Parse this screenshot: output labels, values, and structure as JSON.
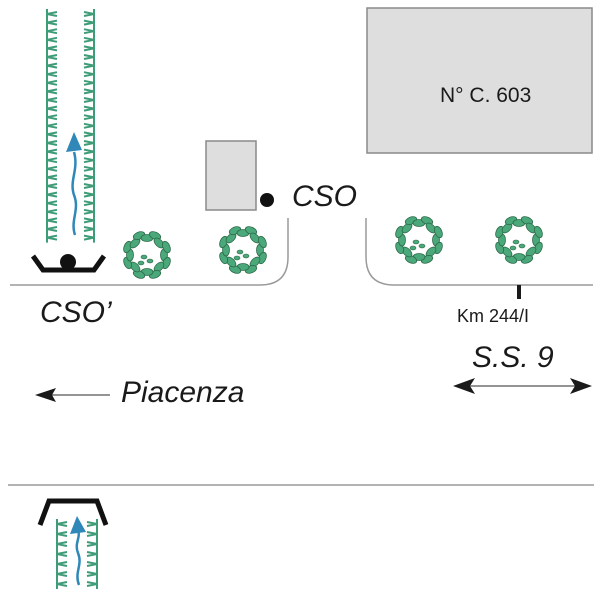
{
  "diagram": {
    "title": "",
    "labels": {
      "building_number": "N° C. 603",
      "cso": "CSO",
      "cso_prime": "CSO’",
      "km_marker": "Km 244/I",
      "road_name": "S.S. 9",
      "direction": "Piacenza"
    },
    "icons": {
      "tree": "tree-icon",
      "outfall": "outfall-headwall-icon",
      "flow": "flow-arrow-icon",
      "channel": "vegetated-channel-icon",
      "point": "discharge-point-icon"
    },
    "colors": {
      "vegetation": "#4aa87a",
      "vegetation_dark": "#2d6b4a",
      "channel_grass": "#3f9c78",
      "flow_arrow": "#2f88b8",
      "building_fill": "#dedede",
      "building_stroke": "#8a8a8a",
      "road_line": "#9a9a9a",
      "ink": "#1a1a1a"
    },
    "trees_count": 4
  }
}
